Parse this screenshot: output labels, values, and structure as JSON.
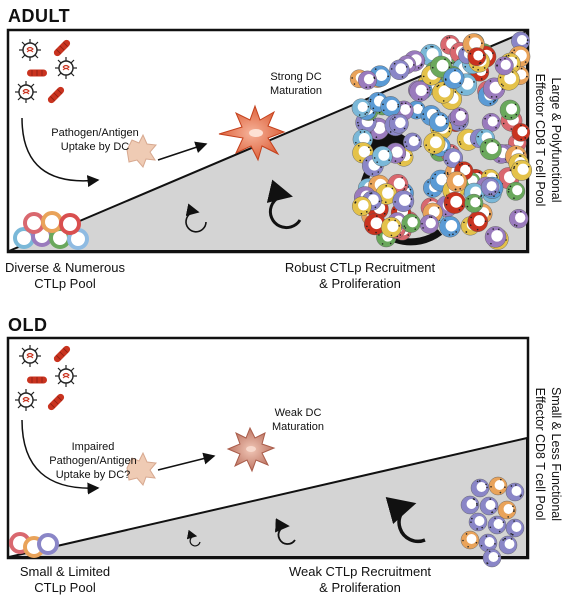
{
  "adult": {
    "title": "ADULT",
    "uptake_label": [
      "Pathogen/Antigen",
      "Uptake by DC"
    ],
    "dc_label": [
      "Strong DC",
      "Maturation"
    ],
    "pool_caption": [
      "Diverse & Numerous",
      "CTLp Pool"
    ],
    "recruit_caption": [
      "Robust CTLp Recruitment",
      "& Proliferation"
    ],
    "side_label": [
      "Large & Polyfunctional",
      "Effector CD8 T cell Pool"
    ]
  },
  "old": {
    "title": "OLD",
    "uptake_label": [
      "Impaired",
      "Pathogen/Antigen",
      "Uptake by DC?"
    ],
    "dc_label": [
      "Weak DC",
      "Maturation"
    ],
    "pool_caption": [
      "Small & Limited",
      "CTLp Pool"
    ],
    "recruit_caption": [
      "Weak CTLp Recruitment",
      "& Proliferation"
    ],
    "side_label": [
      "Small & Less Functional",
      "Effector CD8 T cell Pool"
    ]
  },
  "colors": {
    "wedge": "#d4d4d4",
    "dc": "#d9532a",
    "dc_weak": "#c9806e",
    "immature_dc": "#efcbb4",
    "pathogen_red": "#c9331f"
  },
  "icons": [
    "virus-icon",
    "bacteria-icon",
    "dendritic-cell-icon",
    "t-cell-icon",
    "proliferation-cycle-icon",
    "arrow-icon"
  ]
}
